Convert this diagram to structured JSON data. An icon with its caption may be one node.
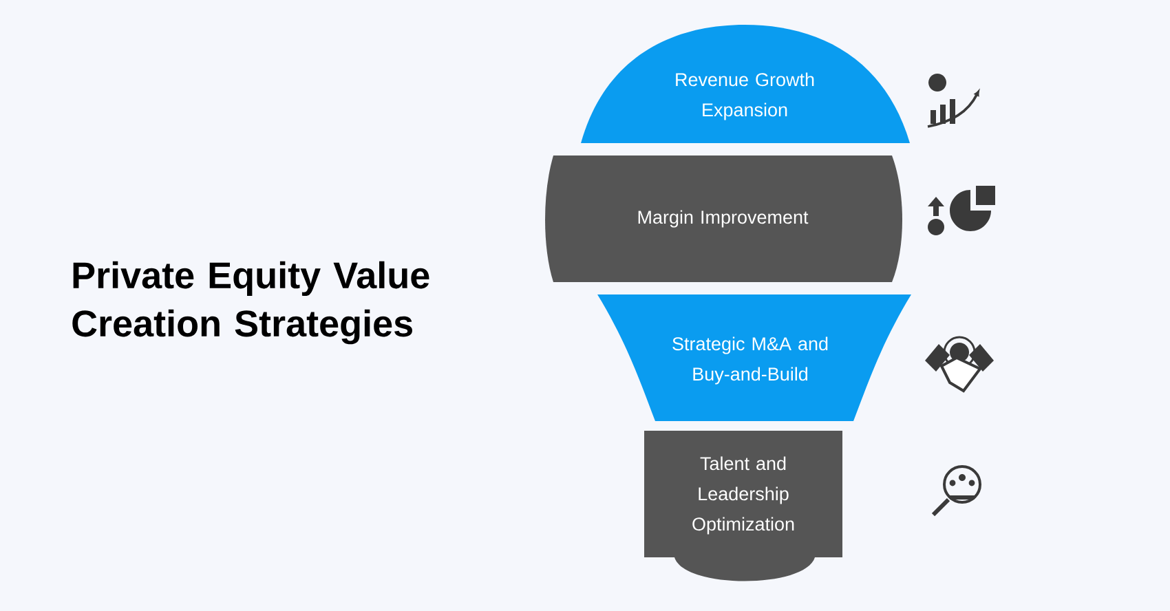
{
  "diagram": {
    "title": "Private Equity Value Creation Strategies",
    "nodes": [
      {
        "text": [
          "Revenue Growth Expansion"
        ]
      },
      {
        "text": [
          "Margin Improvement"
        ]
      },
      {
        "text": [
          "Strategic M&A and Buy-and-Build"
        ]
      },
      {
        "text": [
          "Talent and Leadership Optimization"
        ]
      }
    ]
  }
}
